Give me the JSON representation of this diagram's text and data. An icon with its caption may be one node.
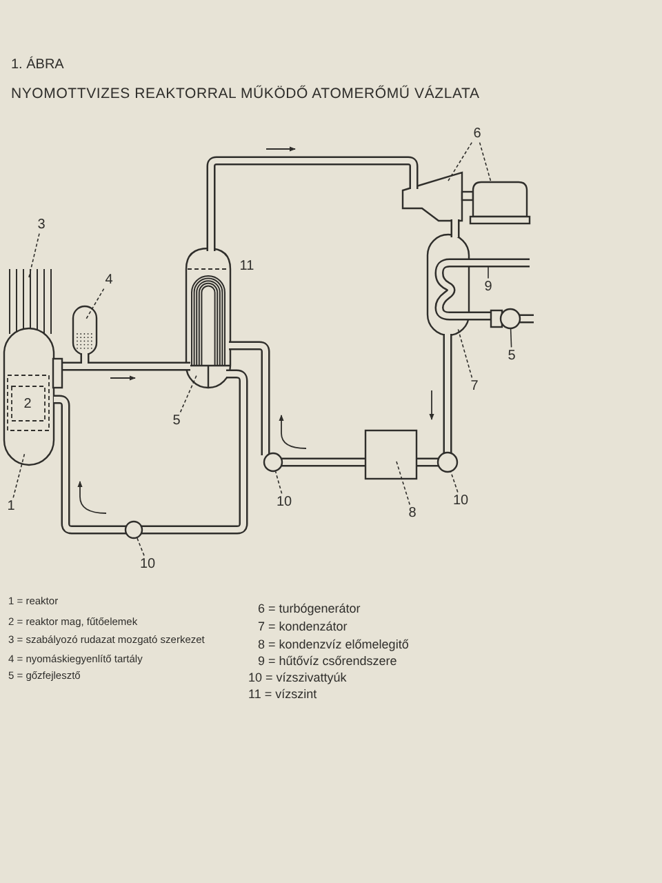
{
  "diagram": {
    "title": "NYOMOTTVIZES REAKTORRAL MŰKÖDŐ ATOMERŐMŰ VÁZLATA",
    "nodes": [
      {
        "text": [
          "6"
        ]
      },
      {
        "text": [
          "3"
        ]
      },
      {
        "text": [
          "4"
        ]
      },
      {
        "text": [
          "9"
        ]
      },
      {
        "text": [
          "5"
        ]
      },
      {
        "text": [
          "7"
        ]
      },
      {
        "text": [
          "5"
        ]
      },
      {
        "text": [
          "1"
        ]
      },
      {
        "text": [
          "10"
        ]
      },
      {
        "text": [
          "8"
        ]
      },
      {
        "text": [
          "10"
        ]
      },
      {
        "text": [
          "10"
        ]
      },
      {
        "text": [],
        "shape": "circle"
      },
      {
        "text": [],
        "shape": "circle"
      },
      {
        "text": [],
        "shape": "circle"
      },
      {
        "text": [],
        "shape": "circle"
      }
    ],
    "edges": [
      {
        "from": 0,
        "to": null,
        "arrow": "none",
        "style": "dashed"
      },
      {
        "from": 0,
        "to": null,
        "arrow": "none",
        "style": "dashed"
      },
      {
        "from": 1,
        "to": null,
        "arrow": "none",
        "style": "dashed"
      },
      {
        "from": 2,
        "to": null,
        "arrow": "none",
        "style": "dashed"
      },
      {
        "from": 3,
        "to": null,
        "arrow": "none"
      },
      {
        "from": 4,
        "to": 12,
        "arrow": "none"
      },
      {
        "from": 5,
        "to": null,
        "arrow": "none",
        "style": "dashed"
      },
      {
        "from": 6,
        "to": null,
        "arrow": "none",
        "style": "dashed"
      },
      {
        "from": 7,
        "to": null,
        "arrow": "none",
        "style": "dashed"
      },
      {
        "from": 8,
        "to": 13,
        "arrow": "none",
        "style": "dashed"
      },
      {
        "from": 9,
        "to": null,
        "arrow": "none",
        "style": "dashed"
      },
      {
        "from": 10,
        "to": 14,
        "arrow": "none",
        "style": "dashed"
      },
      {
        "from": 11,
        "to": 15,
        "arrow": "none",
        "style": "dashed"
      }
    ],
    "labels": [
      "1. ÁBRA",
      "11",
      "2",
      "1 = reaktor",
      "2 = reaktor mag, fűtőelemek",
      "3 = szabályozó rudazat mozgató szerkezet",
      "4 = nyomáskiegyenlítő tartály",
      "5 = gőzfejlesztő",
      "6 = turbógenerátor",
      "7 = kondenzátor",
      "8 = kondenzvíz előmelegitő",
      "9 = hűtővíz csőrendszere",
      "10 = vízszivattyúk",
      "11 = vízszint"
    ]
  }
}
